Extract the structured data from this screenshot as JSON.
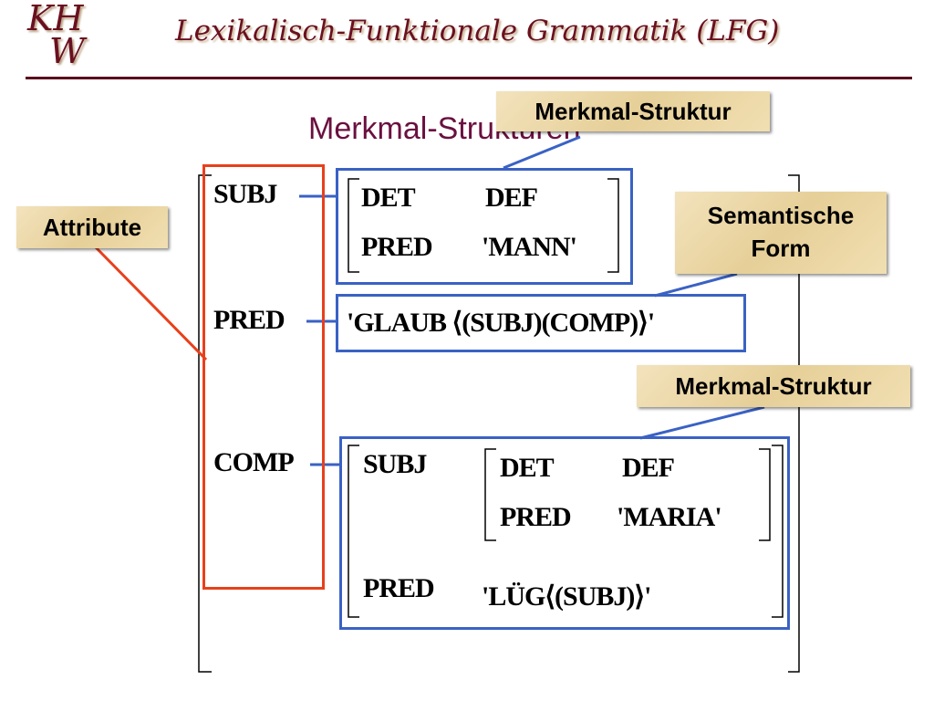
{
  "logo": {
    "line1": "KH",
    "line2": "W"
  },
  "header": {
    "title": "Lexikalisch-Funktionale Grammatik (LFG)"
  },
  "slide_title": "Merkmal-Strukturen",
  "callouts": {
    "top_structure": "Merkmal-Struktur",
    "attribute": "Attribute",
    "semantic_line1": "Semantische",
    "semantic_line2": "Form",
    "lower_structure": "Merkmal-Struktur"
  },
  "fstructure": {
    "subj_attr": "SUBJ",
    "subj_det_attr": "DET",
    "subj_det_val": "DEF",
    "subj_pred_attr": "PRED",
    "subj_pred_val": "'MANN'",
    "pred_attr": "PRED",
    "pred_val": "'GLAUB ⟨(SUBJ)(COMP)⟩'",
    "comp_attr": "COMP",
    "comp_subj_attr": "SUBJ",
    "comp_subj_det_attr": "DET",
    "comp_subj_det_val": "DEF",
    "comp_subj_pred_attr": "PRED",
    "comp_subj_pred_val": "'MARIA'",
    "comp_pred_attr": "PRED",
    "comp_pred_val": "'LÜG⟨(SUBJ)⟩'"
  },
  "colors": {
    "blue_box": "#3a62c4",
    "red_box": "#e8401c",
    "title": "#6a1040",
    "header": "#6a1020"
  }
}
